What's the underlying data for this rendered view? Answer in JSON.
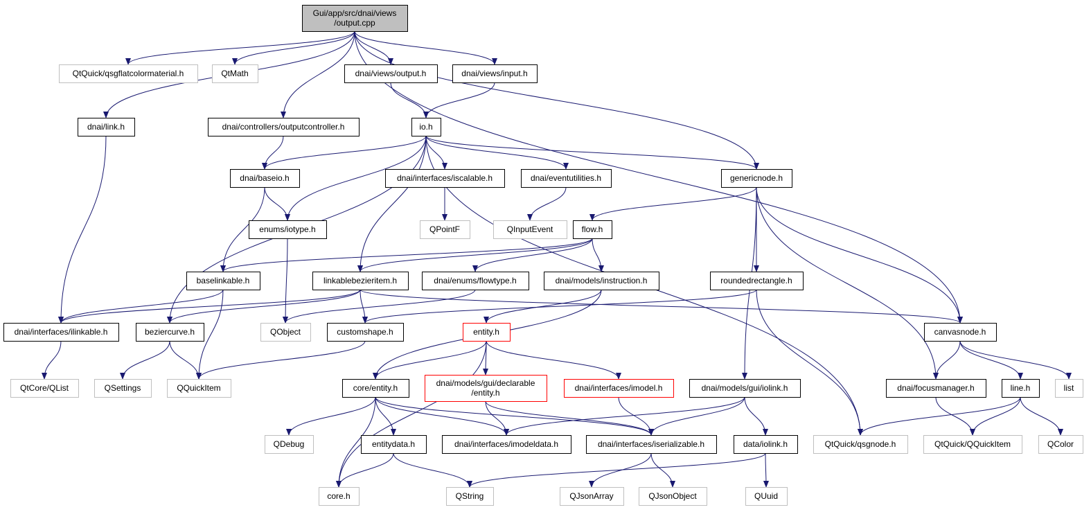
{
  "colors": {
    "edge": "#191970",
    "box_normal": "#000000",
    "box_external": "#bfbfbf",
    "box_incomplete": "#ff0000",
    "root_fill": "#bfbfbf"
  },
  "nodes": [
    {
      "id": "root",
      "lines": [
        "Gui/app/src/dnai/views",
        "/output.cpp"
      ],
      "kind": "root"
    },
    {
      "id": "qsgflat",
      "lines": [
        "QtQuick/qsgflatcolormaterial.h"
      ],
      "kind": "external"
    },
    {
      "id": "qtmath",
      "lines": [
        "QtMath"
      ],
      "kind": "external"
    },
    {
      "id": "views_output",
      "lines": [
        "dnai/views/output.h"
      ],
      "kind": "normal"
    },
    {
      "id": "views_input",
      "lines": [
        "dnai/views/input.h"
      ],
      "kind": "normal"
    },
    {
      "id": "link",
      "lines": [
        "dnai/link.h"
      ],
      "kind": "normal"
    },
    {
      "id": "outputcontroller",
      "lines": [
        "dnai/controllers/outputcontroller.h"
      ],
      "kind": "normal"
    },
    {
      "id": "io",
      "lines": [
        "io.h"
      ],
      "kind": "normal"
    },
    {
      "id": "baseio",
      "lines": [
        "dnai/baseio.h"
      ],
      "kind": "normal"
    },
    {
      "id": "iscalable",
      "lines": [
        "dnai/interfaces/iscalable.h"
      ],
      "kind": "normal"
    },
    {
      "id": "eventutilities",
      "lines": [
        "dnai/eventutilities.h"
      ],
      "kind": "normal"
    },
    {
      "id": "genericnode",
      "lines": [
        "genericnode.h"
      ],
      "kind": "normal"
    },
    {
      "id": "iotype",
      "lines": [
        "enums/iotype.h"
      ],
      "kind": "normal"
    },
    {
      "id": "qpointf",
      "lines": [
        "QPointF"
      ],
      "kind": "external"
    },
    {
      "id": "qinputevent",
      "lines": [
        "QInputEvent"
      ],
      "kind": "external"
    },
    {
      "id": "flow",
      "lines": [
        "flow.h"
      ],
      "kind": "normal"
    },
    {
      "id": "baselinkable",
      "lines": [
        "baselinkable.h"
      ],
      "kind": "normal"
    },
    {
      "id": "linkablebezier",
      "lines": [
        "linkablebezieritem.h"
      ],
      "kind": "normal"
    },
    {
      "id": "flowtype",
      "lines": [
        "dnai/enums/flowtype.h"
      ],
      "kind": "normal"
    },
    {
      "id": "instruction",
      "lines": [
        "dnai/models/instruction.h"
      ],
      "kind": "normal"
    },
    {
      "id": "roundedrect",
      "lines": [
        "roundedrectangle.h"
      ],
      "kind": "normal"
    },
    {
      "id": "ilinkable",
      "lines": [
        "dnai/interfaces/ilinkable.h"
      ],
      "kind": "normal"
    },
    {
      "id": "beziercurve",
      "lines": [
        "beziercurve.h"
      ],
      "kind": "normal"
    },
    {
      "id": "qobject",
      "lines": [
        "QObject"
      ],
      "kind": "external"
    },
    {
      "id": "customshape",
      "lines": [
        "customshape.h"
      ],
      "kind": "normal"
    },
    {
      "id": "entity",
      "lines": [
        "entity.h"
      ],
      "kind": "incomplete"
    },
    {
      "id": "canvasnode",
      "lines": [
        "canvasnode.h"
      ],
      "kind": "normal"
    },
    {
      "id": "qtcore_qlist",
      "lines": [
        "QtCore/QList"
      ],
      "kind": "external"
    },
    {
      "id": "qsettings",
      "lines": [
        "QSettings"
      ],
      "kind": "external"
    },
    {
      "id": "qquickitem",
      "lines": [
        "QQuickItem"
      ],
      "kind": "external"
    },
    {
      "id": "core_entity",
      "lines": [
        "core/entity.h"
      ],
      "kind": "normal"
    },
    {
      "id": "declarable_entity",
      "lines": [
        "dnai/models/gui/declarable",
        "/entity.h"
      ],
      "kind": "incomplete"
    },
    {
      "id": "imodel",
      "lines": [
        "dnai/interfaces/imodel.h"
      ],
      "kind": "incomplete"
    },
    {
      "id": "gui_iolink",
      "lines": [
        "dnai/models/gui/iolink.h"
      ],
      "kind": "normal"
    },
    {
      "id": "focusmanager",
      "lines": [
        "dnai/focusmanager.h"
      ],
      "kind": "normal"
    },
    {
      "id": "line",
      "lines": [
        "line.h"
      ],
      "kind": "normal"
    },
    {
      "id": "list",
      "lines": [
        "list"
      ],
      "kind": "external"
    },
    {
      "id": "qdebug",
      "lines": [
        "QDebug"
      ],
      "kind": "external"
    },
    {
      "id": "entitydata",
      "lines": [
        "entitydata.h"
      ],
      "kind": "normal"
    },
    {
      "id": "imodeldata",
      "lines": [
        "dnai/interfaces/imodeldata.h"
      ],
      "kind": "normal"
    },
    {
      "id": "iserializable",
      "lines": [
        "dnai/interfaces/iserializable.h"
      ],
      "kind": "normal"
    },
    {
      "id": "data_iolink",
      "lines": [
        "data/iolink.h"
      ],
      "kind": "normal"
    },
    {
      "id": "qsgnode",
      "lines": [
        "QtQuick/qsgnode.h"
      ],
      "kind": "external"
    },
    {
      "id": "qtquick_qquickitem",
      "lines": [
        "QtQuick/QQuickItem"
      ],
      "kind": "external"
    },
    {
      "id": "qcolor",
      "lines": [
        "QColor"
      ],
      "kind": "external"
    },
    {
      "id": "core",
      "lines": [
        "core.h"
      ],
      "kind": "external"
    },
    {
      "id": "qstring",
      "lines": [
        "QString"
      ],
      "kind": "external"
    },
    {
      "id": "qjsonarray",
      "lines": [
        "QJsonArray"
      ],
      "kind": "external"
    },
    {
      "id": "qjsonobject",
      "lines": [
        "QJsonObject"
      ],
      "kind": "external"
    },
    {
      "id": "quuid",
      "lines": [
        "QUuid"
      ],
      "kind": "external"
    }
  ],
  "edges": [
    [
      "root",
      "qsgflat"
    ],
    [
      "root",
      "qtmath"
    ],
    [
      "root",
      "views_output"
    ],
    [
      "root",
      "views_input"
    ],
    [
      "root",
      "link"
    ],
    [
      "root",
      "outputcontroller"
    ],
    [
      "root",
      "genericnode"
    ],
    [
      "root",
      "canvasnode"
    ],
    [
      "views_output",
      "io"
    ],
    [
      "views_input",
      "io"
    ],
    [
      "link",
      "ilinkable"
    ],
    [
      "outputcontroller",
      "baseio"
    ],
    [
      "io",
      "baseio"
    ],
    [
      "io",
      "iotype"
    ],
    [
      "io",
      "iscalable"
    ],
    [
      "io",
      "eventutilities"
    ],
    [
      "io",
      "genericnode"
    ],
    [
      "io",
      "beziercurve"
    ],
    [
      "io",
      "linkablebezier"
    ],
    [
      "io",
      "qsgnode"
    ],
    [
      "baseio",
      "iotype"
    ],
    [
      "baseio",
      "baselinkable"
    ],
    [
      "iscalable",
      "qpointf"
    ],
    [
      "eventutilities",
      "qinputevent"
    ],
    [
      "genericnode",
      "flow"
    ],
    [
      "genericnode",
      "roundedrect"
    ],
    [
      "genericnode",
      "gui_iolink"
    ],
    [
      "genericnode",
      "focusmanager"
    ],
    [
      "genericnode",
      "canvasnode"
    ],
    [
      "iotype",
      "qobject"
    ],
    [
      "flow",
      "baselinkable"
    ],
    [
      "flow",
      "linkablebezier"
    ],
    [
      "flow",
      "flowtype"
    ],
    [
      "flow",
      "instruction"
    ],
    [
      "baselinkable",
      "ilinkable"
    ],
    [
      "baselinkable",
      "qquickitem"
    ],
    [
      "linkablebezier",
      "ilinkable"
    ],
    [
      "linkablebezier",
      "beziercurve"
    ],
    [
      "linkablebezier",
      "customshape"
    ],
    [
      "linkablebezier",
      "canvasnode"
    ],
    [
      "flowtype",
      "qobject"
    ],
    [
      "instruction",
      "entity"
    ],
    [
      "instruction",
      "core_entity"
    ],
    [
      "roundedrect",
      "customshape"
    ],
    [
      "roundedrect",
      "qsgnode"
    ],
    [
      "ilinkable",
      "qtcore_qlist"
    ],
    [
      "beziercurve",
      "qsettings"
    ],
    [
      "beziercurve",
      "qquickitem"
    ],
    [
      "customshape",
      "qquickitem"
    ],
    [
      "entity",
      "core_entity"
    ],
    [
      "entity",
      "declarable_entity"
    ],
    [
      "entity",
      "imodel"
    ],
    [
      "entity",
      "core"
    ],
    [
      "canvasnode",
      "focusmanager"
    ],
    [
      "canvasnode",
      "line"
    ],
    [
      "canvasnode",
      "list"
    ],
    [
      "core_entity",
      "qdebug"
    ],
    [
      "core_entity",
      "entitydata"
    ],
    [
      "core_entity",
      "imodeldata"
    ],
    [
      "core_entity",
      "iserializable"
    ],
    [
      "core_entity",
      "core"
    ],
    [
      "declarable_entity",
      "imodeldata"
    ],
    [
      "declarable_entity",
      "iserializable"
    ],
    [
      "imodel",
      "iserializable"
    ],
    [
      "gui_iolink",
      "imodeldata"
    ],
    [
      "gui_iolink",
      "iserializable"
    ],
    [
      "gui_iolink",
      "data_iolink"
    ],
    [
      "focusmanager",
      "qtquick_qquickitem"
    ],
    [
      "line",
      "qsgnode"
    ],
    [
      "line",
      "qtquick_qquickitem"
    ],
    [
      "line",
      "qcolor"
    ],
    [
      "entitydata",
      "core"
    ],
    [
      "entitydata",
      "qstring"
    ],
    [
      "iserializable",
      "qjsonarray"
    ],
    [
      "iserializable",
      "qjsonobject"
    ],
    [
      "data_iolink",
      "qstring"
    ],
    [
      "data_iolink",
      "quuid"
    ]
  ]
}
